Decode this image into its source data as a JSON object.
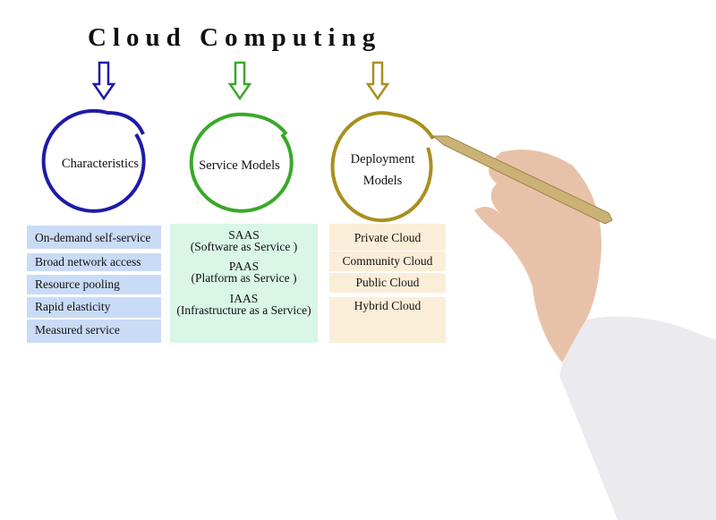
{
  "title": "Cloud Computing",
  "colors": {
    "characteristics": "#1c1ca8",
    "service_models": "#3aa82a",
    "deployment_models": "#a8901e"
  },
  "characteristics": {
    "label": "Characteristics",
    "items": [
      "On-demand self-service",
      "Broad network access",
      "Resource pooling",
      "Rapid elasticity",
      "Measured service"
    ]
  },
  "service_models": {
    "label": "Service Models",
    "items": [
      {
        "name": "SAAS",
        "desc": "(Software as Service )"
      },
      {
        "name": "PAAS",
        "desc": "(Platform as Service )"
      },
      {
        "name": "IAAS",
        "desc": "(Infrastructure as a Service)"
      }
    ]
  },
  "deployment_models": {
    "label_line1": "Deployment",
    "label_line2": "Models",
    "items": [
      "Private Cloud",
      "Community Cloud",
      "Public Cloud",
      "Hybrid Cloud"
    ]
  }
}
